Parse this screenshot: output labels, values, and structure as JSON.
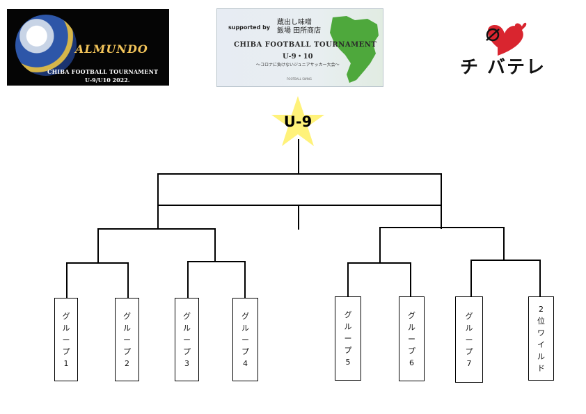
{
  "logos": {
    "left": {
      "brand": "ALMUNDO",
      "subtitle": "CHIBA FOOTBALL TOURNAMENT",
      "edition": "U-9/U10 2022."
    },
    "center": {
      "supported_by": "supported by",
      "sponsor_line1": "蔵出し味噌",
      "sponsor_line2": "飯場 田所商店",
      "title": "CHIBA FOOTBALL TOURNAMENT",
      "category": "U-9・10",
      "tagline": "〜コロナに負けないジュニアサッカー大会〜",
      "footer": "FOOTBALL SWING"
    },
    "right": {
      "text": "チ バテレ"
    }
  },
  "bracket": {
    "root": "U-9",
    "groups": [
      {
        "chars": [
          "グ",
          "ル",
          "ー",
          "プ",
          "1"
        ]
      },
      {
        "chars": [
          "グ",
          "ル",
          "ー",
          "プ",
          "2"
        ]
      },
      {
        "chars": [
          "グ",
          "ル",
          "ー",
          "プ",
          "3"
        ]
      },
      {
        "chars": [
          "グ",
          "ル",
          "ー",
          "プ",
          "4"
        ]
      },
      {
        "chars": [
          "グ",
          "ル",
          "ー",
          "プ",
          "5"
        ]
      },
      {
        "chars": [
          "グ",
          "ル",
          "ー",
          "プ",
          "6"
        ]
      },
      {
        "chars": [
          "グ",
          "ル",
          "ー",
          "プ",
          "7"
        ]
      },
      {
        "chars": [
          "2",
          "位",
          "ワ",
          "イ",
          "ル",
          "ド"
        ]
      }
    ]
  },
  "colors": {
    "star": "#fff27a",
    "logo_left_bg": "#050505",
    "logo_left_text": "#f2c45a",
    "map_green": "#4ea83c",
    "heart_red": "#d9252f"
  }
}
